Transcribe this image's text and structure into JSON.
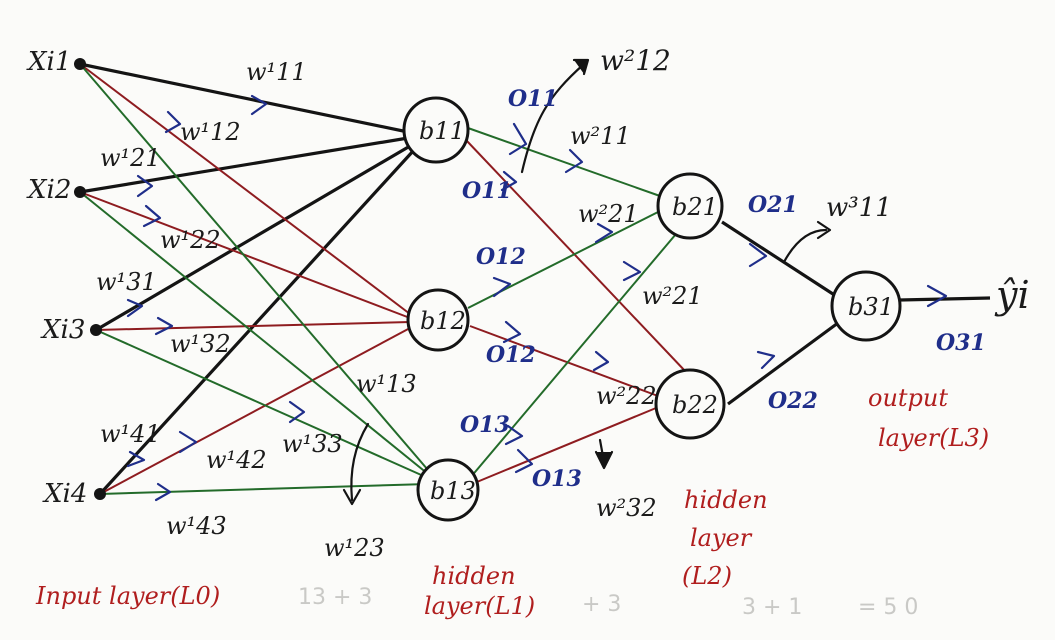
{
  "inputs": [
    {
      "id": "x1",
      "label": "Xi1"
    },
    {
      "id": "x2",
      "label": "Xi2"
    },
    {
      "id": "x3",
      "label": "Xi3"
    },
    {
      "id": "x4",
      "label": "Xi4"
    }
  ],
  "nodes": {
    "b11": "b11",
    "b12": "b12",
    "b13": "b13",
    "b21": "b21",
    "b22": "b22",
    "b31": "b31"
  },
  "weights": {
    "w1_11": "w¹11",
    "w1_12": "w¹12",
    "w1_13": "w¹13",
    "w1_21": "w¹21",
    "w1_22": "w¹22",
    "w1_23": "w¹23",
    "w1_31": "w¹31",
    "w1_32": "w¹32",
    "w1_33": "w¹33",
    "w1_41": "w¹41",
    "w1_42": "w¹42",
    "w1_43": "w¹43",
    "w2_11": "w²11",
    "w2_12": "w²12",
    "w2_21": "w²21",
    "w2_21b": "w²21",
    "w2_22": "w²22",
    "w2_32": "w²32",
    "w3_11": "w³11"
  },
  "outputs": {
    "o11a": "O11",
    "o11b": "O11",
    "o12a": "O12",
    "o12b": "O12",
    "o13a": "O13",
    "o13b": "O13",
    "o21": "O21",
    "o22": "O22",
    "o31": "O31"
  },
  "prediction": "ŷi",
  "layers": {
    "input": "Input layer(L0)",
    "hidden1_a": "hidden",
    "hidden1_b": "layer(L1)",
    "hidden2_a": "hidden",
    "hidden2_b": "layer",
    "hidden2_c": "(L2)",
    "output_a": "output",
    "output_b": "layer(L3)"
  },
  "ghost_text": {
    "g1": "13 + 3",
    "g2": "+ 3",
    "g3": "3 + 1",
    "g4": "= 5 0"
  },
  "colors": {
    "black_edge": "#141414",
    "red_edge": "#8e1c20",
    "green_edge": "#236b2a",
    "blue_ink": "#1f2e8a"
  }
}
